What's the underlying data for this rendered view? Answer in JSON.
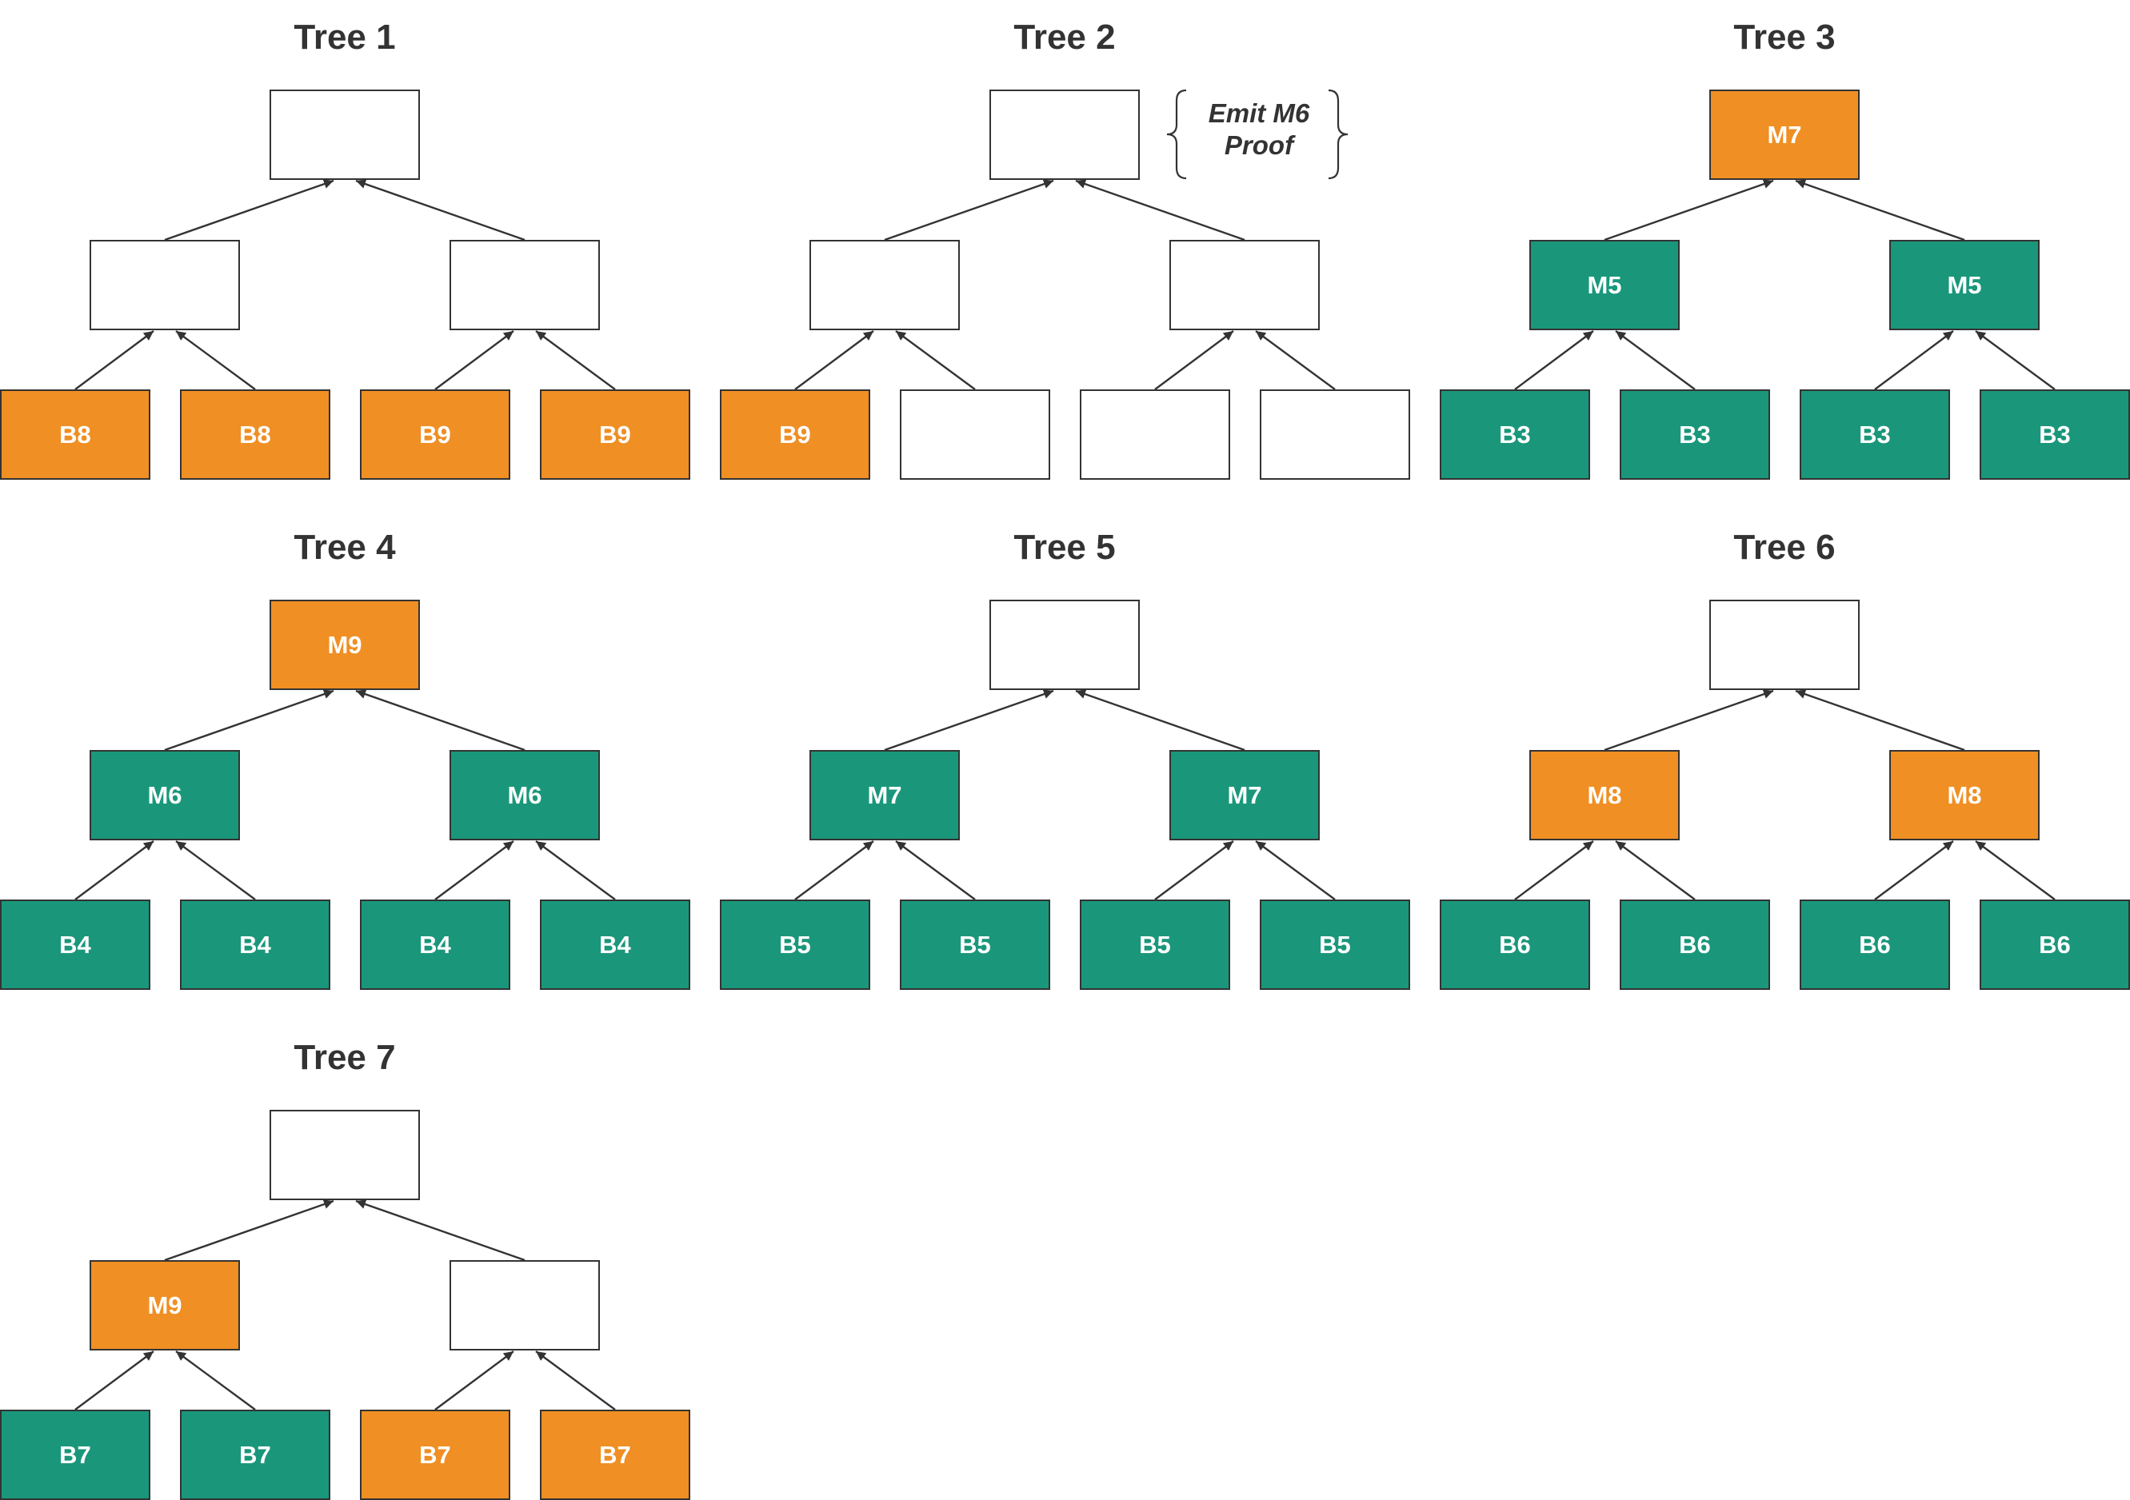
{
  "colors": {
    "orange": "#ef8f24",
    "teal": "#1a977b",
    "empty": "#ffffff",
    "stroke": "#333333",
    "text_dark": "#333333",
    "text_light": "#ffffff"
  },
  "trees": [
    {
      "title": "Tree 1",
      "nodes": {
        "root": {
          "label": "",
          "color": "empty"
        },
        "mid": [
          {
            "label": "",
            "color": "empty"
          },
          {
            "label": "",
            "color": "empty"
          }
        ],
        "leaves": [
          {
            "label": "B8",
            "color": "orange"
          },
          {
            "label": "B8",
            "color": "orange"
          },
          {
            "label": "B9",
            "color": "orange"
          },
          {
            "label": "B9",
            "color": "orange"
          }
        ]
      }
    },
    {
      "title": "Tree 2",
      "annotation": [
        "Emit M6",
        "Proof"
      ],
      "nodes": {
        "root": {
          "label": "",
          "color": "empty"
        },
        "mid": [
          {
            "label": "",
            "color": "empty"
          },
          {
            "label": "",
            "color": "empty"
          }
        ],
        "leaves": [
          {
            "label": "B9",
            "color": "orange"
          },
          {
            "label": "",
            "color": "empty"
          },
          {
            "label": "",
            "color": "empty"
          },
          {
            "label": "",
            "color": "empty"
          }
        ]
      }
    },
    {
      "title": "Tree 3",
      "nodes": {
        "root": {
          "label": "M7",
          "color": "orange"
        },
        "mid": [
          {
            "label": "M5",
            "color": "teal"
          },
          {
            "label": "M5",
            "color": "teal"
          }
        ],
        "leaves": [
          {
            "label": "B3",
            "color": "teal"
          },
          {
            "label": "B3",
            "color": "teal"
          },
          {
            "label": "B3",
            "color": "teal"
          },
          {
            "label": "B3",
            "color": "teal"
          }
        ]
      }
    },
    {
      "title": "Tree 4",
      "nodes": {
        "root": {
          "label": "M9",
          "color": "orange"
        },
        "mid": [
          {
            "label": "M6",
            "color": "teal"
          },
          {
            "label": "M6",
            "color": "teal"
          }
        ],
        "leaves": [
          {
            "label": "B4",
            "color": "teal"
          },
          {
            "label": "B4",
            "color": "teal"
          },
          {
            "label": "B4",
            "color": "teal"
          },
          {
            "label": "B4",
            "color": "teal"
          }
        ]
      }
    },
    {
      "title": "Tree 5",
      "nodes": {
        "root": {
          "label": "",
          "color": "empty"
        },
        "mid": [
          {
            "label": "M7",
            "color": "teal"
          },
          {
            "label": "M7",
            "color": "teal"
          }
        ],
        "leaves": [
          {
            "label": "B5",
            "color": "teal"
          },
          {
            "label": "B5",
            "color": "teal"
          },
          {
            "label": "B5",
            "color": "teal"
          },
          {
            "label": "B5",
            "color": "teal"
          }
        ]
      }
    },
    {
      "title": "Tree 6",
      "nodes": {
        "root": {
          "label": "",
          "color": "empty"
        },
        "mid": [
          {
            "label": "M8",
            "color": "orange"
          },
          {
            "label": "M8",
            "color": "orange"
          }
        ],
        "leaves": [
          {
            "label": "B6",
            "color": "teal"
          },
          {
            "label": "B6",
            "color": "teal"
          },
          {
            "label": "B6",
            "color": "teal"
          },
          {
            "label": "B6",
            "color": "teal"
          }
        ]
      }
    },
    {
      "title": "Tree 7",
      "nodes": {
        "root": {
          "label": "",
          "color": "empty"
        },
        "mid": [
          {
            "label": "M9",
            "color": "orange"
          },
          {
            "label": "",
            "color": "empty"
          }
        ],
        "leaves": [
          {
            "label": "B7",
            "color": "teal"
          },
          {
            "label": "B7",
            "color": "teal"
          },
          {
            "label": "B7",
            "color": "orange"
          },
          {
            "label": "B7",
            "color": "orange"
          }
        ]
      }
    }
  ]
}
